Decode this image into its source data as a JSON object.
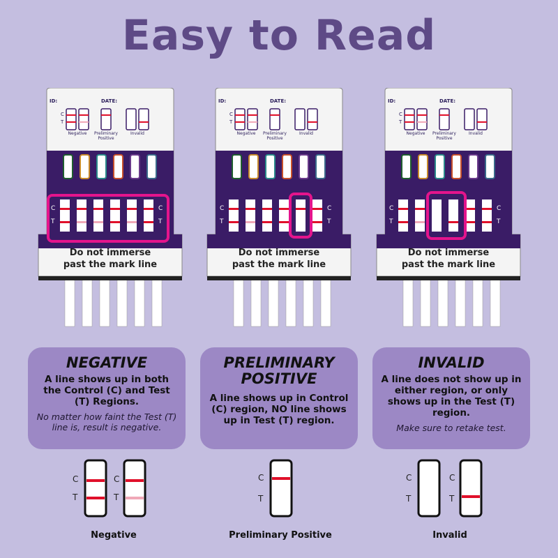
{
  "title": "Easy to Read",
  "card": {
    "id_label": "ID:",
    "date_label": "DATE:",
    "c": "C",
    "t": "T",
    "legend": [
      "Negative",
      "Preliminary Positive",
      "Invalid"
    ],
    "immerse_line1": "Do not immerse",
    "immerse_line2": "past the mark line"
  },
  "panels": [
    {
      "heading": "NEGATIVE",
      "body": "A line shows up in both the Control (C) and Test (T) Regions.",
      "note": "No matter how faint the Test (T) line is, result is negative."
    },
    {
      "heading": "PRELIMINARY POSITIVE",
      "body": "A line shows up in Control (C) region, NO line shows up in Test (T) region.",
      "note": ""
    },
    {
      "heading": "INVALID",
      "body": "A line does not show up in either region, or only shows up in the Test (T) region.",
      "note": "Make sure to retake test."
    }
  ],
  "demo_labels": [
    "Negative",
    "Preliminary Positive",
    "Invalid"
  ],
  "colors": {
    "background": "#c4bee0",
    "title": "#5e4a86",
    "panel": "#9c88c5",
    "card_band": "#3a1c66",
    "line_red": "#e0102a",
    "line_faint": "#f0a8b8",
    "highlight": "#e4148c"
  }
}
